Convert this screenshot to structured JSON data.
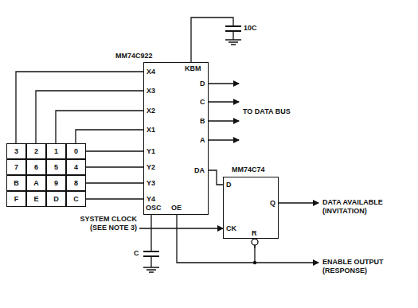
{
  "diagram": {
    "nodes": [
      {
        "text": [
          "MM74C922"
        ]
      },
      {
        "text": [
          "3"
        ]
      },
      {
        "text": [
          "2"
        ]
      },
      {
        "text": [
          "1"
        ]
      },
      {
        "text": [
          "0"
        ]
      },
      {
        "text": [
          "7"
        ]
      },
      {
        "text": [
          "6"
        ]
      },
      {
        "text": [
          "5"
        ]
      },
      {
        "text": [
          "4"
        ]
      },
      {
        "text": [
          "B"
        ]
      },
      {
        "text": [
          "A"
        ]
      },
      {
        "text": [
          "9"
        ]
      },
      {
        "text": [
          "8"
        ]
      },
      {
        "text": [
          "F"
        ]
      },
      {
        "text": [
          "E"
        ]
      },
      {
        "text": [
          "D"
        ]
      },
      {
        "text": [
          "C"
        ]
      },
      {
        "text": [
          "MM74C74"
        ]
      }
    ],
    "edges": [
      {
        "from": 0,
        "to": 17,
        "arrow": "none"
      },
      {
        "from": 0,
        "to": 17,
        "arrow": "none"
      }
    ],
    "labels": [
      "10C",
      "KBM",
      "X4",
      "X3",
      "X2",
      "X1",
      "Y1",
      "Y2",
      "Y3",
      "Y4",
      "D",
      "C",
      "B",
      "A",
      "DA",
      "OE",
      "OSC",
      "TO DATA BUS",
      "D",
      "Q",
      "CK",
      "R",
      "DATA AVAILABLE (INVITATION)",
      "SYSTEM CLOCK (SEE NOTE 3)",
      "ENABLE OUTPUT (RESPONSE)",
      "C"
    ]
  }
}
